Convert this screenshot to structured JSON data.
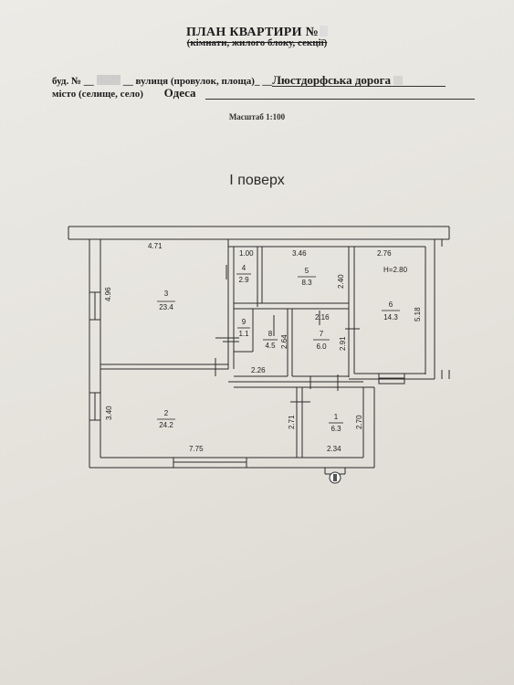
{
  "header": {
    "title": "ПЛАН КВАРТИРИ №",
    "subtitle": "(кімнати, жилого блоку, секції)",
    "line1_bud": "буд. №",
    "line1_street_label": "вулиця (провулок, площа)",
    "line1_street_value": "Люстдорфська дорога",
    "line2_city_label": "місто (селище, село)",
    "line2_city_value": "Одеса",
    "scale": "Масштаб 1:100"
  },
  "floor_label": "I поверх",
  "rooms": [
    {
      "id": "1",
      "area": "6.3"
    },
    {
      "id": "2",
      "area": "24.2"
    },
    {
      "id": "3",
      "area": "23.4"
    },
    {
      "id": "4",
      "area": "2.9"
    },
    {
      "id": "5",
      "area": "8.3"
    },
    {
      "id": "6",
      "area": "14.3"
    },
    {
      "id": "7",
      "area": "6.0"
    },
    {
      "id": "8",
      "area": "4.5"
    },
    {
      "id": "9",
      "area": "1.1"
    }
  ],
  "dimensions": {
    "d_4_71": "4.71",
    "d_1_00": "1.00",
    "d_3_46": "3.46",
    "d_2_76": "2.76",
    "d_h": "H=2.80",
    "d_4_96": "4.96",
    "d_2_40": "2.40",
    "d_5_18": "5.18",
    "d_2_16": "2.16",
    "d_2_64": "2.64",
    "d_2_91": "2.91",
    "d_2_26": "2.26",
    "d_3_40": "3.40",
    "d_2_71": "2.71",
    "d_2_70": "2.70",
    "d_7_75": "7.75",
    "d_2_34": "2.34"
  }
}
